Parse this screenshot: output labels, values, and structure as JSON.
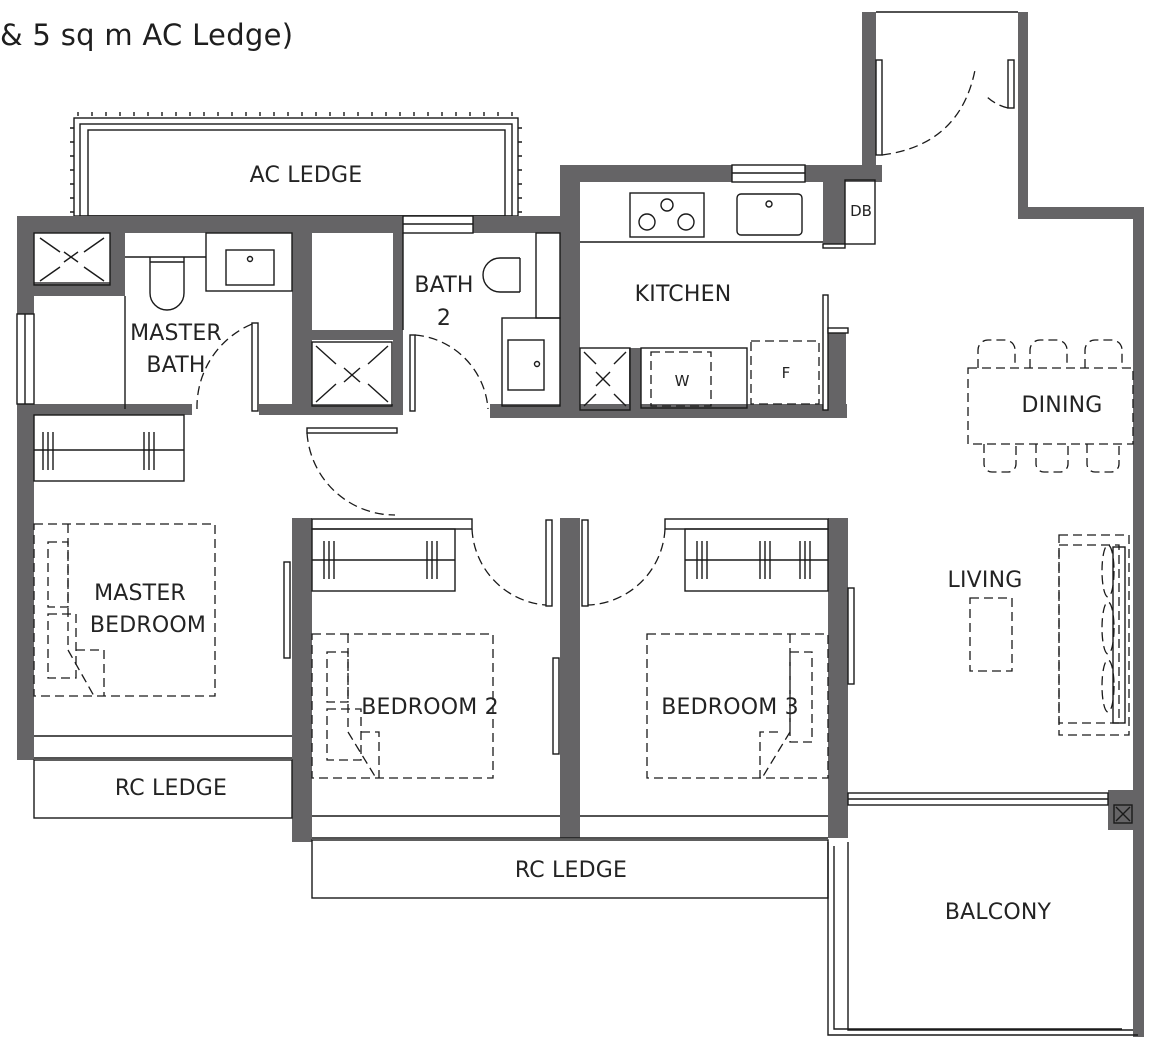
{
  "caption": "& 5 sq m AC Ledge)",
  "colors": {
    "wall": "#656466",
    "line": "#1a1a1a",
    "background": "#ffffff"
  },
  "rooms": {
    "ac_ledge": "AC LEDGE",
    "master_bath_line1": "MASTER",
    "master_bath_line2": "BATH",
    "bath2_line1": "BATH",
    "bath2_line2": "2",
    "kitchen": "KITCHEN",
    "db": "DB",
    "washer": "W",
    "fridge": "F",
    "dining": "DINING",
    "living": "LIVING",
    "master_bedroom_line1": "MASTER",
    "master_bedroom_line2": "BEDROOM",
    "bedroom2": "BEDROOM 2",
    "bedroom3": "BEDROOM 3",
    "rc_ledge_left": "RC LEDGE",
    "rc_ledge_bottom": "RC LEDGE",
    "balcony": "BALCONY"
  }
}
